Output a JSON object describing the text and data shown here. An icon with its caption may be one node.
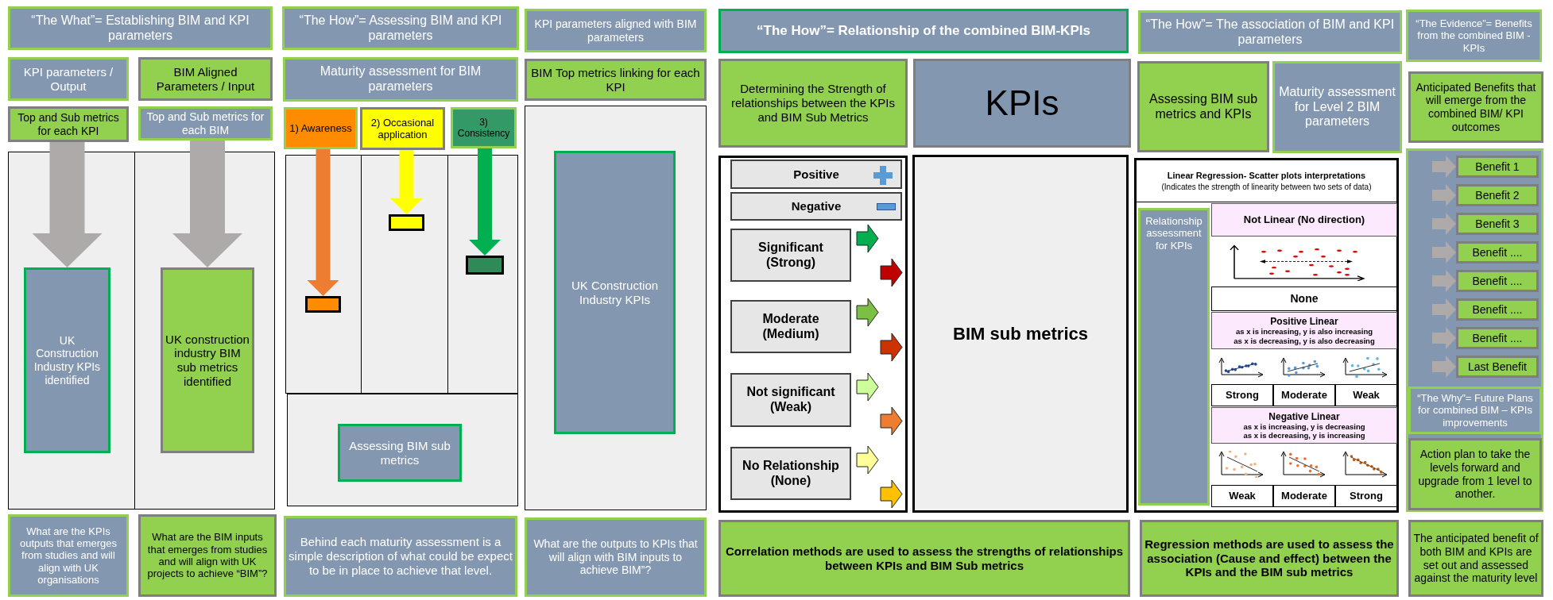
{
  "diagram": {
    "nodes": [
      {
        "text": [
          "“The What”= Establishing BIM and KPI parameters"
        ]
      },
      {
        "text": [
          "“The How”= Assessing BIM and KPI parameters"
        ]
      },
      {
        "text": [
          "KPI parameters aligned with BIM parameters"
        ]
      },
      {
        "text": [
          "“The How”= Relationship of the combined BIM-KPIs"
        ]
      },
      {
        "text": [
          "“The How”= The association of BIM and KPI parameters"
        ]
      },
      {
        "text": [
          "“The Evidence”= Benefits from the combined BIM - KPIs"
        ]
      },
      {
        "text": [
          "KPI parameters / Output"
        ]
      },
      {
        "text": [
          "BIM Aligned Parameters / Input"
        ]
      },
      {
        "text": [
          "Maturity assessment for BIM parameters"
        ]
      },
      {
        "text": [
          "BIM Top metrics linking for each KPI"
        ]
      },
      {
        "text": [
          "Determining the Strength of relationships between the KPIs and BIM Sub Metrics"
        ]
      },
      {
        "text": [
          "KPIs"
        ]
      },
      {
        "text": [
          "Assessing BIM sub metrics and KPIs"
        ]
      },
      {
        "text": [
          "Maturity assessment for Level 2 BIM parameters"
        ]
      },
      {
        "text": [
          "Anticipated Benefits that will emerge from the combined BIM/ KPI outcomes"
        ]
      },
      {
        "text": [
          "Top and Sub metrics for each KPI"
        ]
      },
      {
        "text": [
          "Top and Sub metrics for each BIM"
        ]
      },
      {
        "text": [
          "1) Awareness"
        ]
      },
      {
        "text": [
          "2) Occasional application"
        ]
      },
      {
        "text": [
          "3) Consistency"
        ]
      },
      {
        "text": [
          "UK Construction Industry KPIs identified"
        ]
      },
      {
        "text": [
          "UK construction industry BIM sub metrics identified"
        ]
      },
      {
        "text": [],
        "shape": "box"
      },
      {
        "text": [],
        "shape": "box"
      },
      {
        "text": [],
        "shape": "box"
      },
      {
        "text": [
          "Assessing BIM sub metrics"
        ]
      },
      {
        "text": [
          "UK Construction Industry KPIs"
        ]
      },
      {
        "text": [
          "Positive"
        ]
      },
      {
        "text": [
          "Negative"
        ]
      },
      {
        "text": [
          "Significant (Strong)"
        ]
      },
      {
        "text": [
          "Moderate (Medium)"
        ]
      },
      {
        "text": [
          "Not significant (Weak)"
        ]
      },
      {
        "text": [
          "No Relationship (None)"
        ]
      },
      {
        "text": [
          "BIM sub metrics"
        ]
      },
      {
        "text": [
          "Linear Regression- Scatter plots interpretations",
          "(Indicates the strength of linearity between two sets of data)"
        ]
      },
      {
        "text": [
          "Relationship assessment for KPIs"
        ],
        "in": 34
      },
      {
        "text": [
          "Not Linear (No direction)"
        ],
        "in": 34
      },
      {
        "text": [
          "None"
        ],
        "in": 34
      },
      {
        "text": [
          "Positive Linear",
          "as x is increasing, y is also increasing",
          "as x is decreasing, y is also decreasing"
        ],
        "in": 34
      },
      {
        "text": [
          "Strong"
        ],
        "in": 34
      },
      {
        "text": [
          "Moderate"
        ],
        "in": 34
      },
      {
        "text": [
          "Weak"
        ],
        "in": 34
      },
      {
        "text": [
          "Negative Linear",
          "as x is increasing, y is decreasing",
          "as x is decreasing, y is increasing"
        ],
        "in": 34
      },
      {
        "text": [
          "Weak"
        ],
        "in": 34
      },
      {
        "text": [
          "Moderate"
        ],
        "in": 34
      },
      {
        "text": [
          "Strong"
        ],
        "in": 34
      },
      {
        "text": [
          "Benefit 1"
        ]
      },
      {
        "text": [
          "Benefit 2"
        ]
      },
      {
        "text": [
          "Benefit 3"
        ]
      },
      {
        "text": [
          "Benefit ...."
        ]
      },
      {
        "text": [
          "Benefit ...."
        ]
      },
      {
        "text": [
          "Benefit ...."
        ]
      },
      {
        "text": [
          "Benefit ...."
        ]
      },
      {
        "text": [
          "Last Benefit"
        ]
      },
      {
        "text": [
          "“The Why”= Future Plans for combined BIM – KPIs improvements"
        ]
      },
      {
        "text": [
          "Action plan to take the levels forward and upgrade from 1 level to another."
        ]
      },
      {
        "text": [
          "What are the KPIs outputs that emerges from studies and will align with UK organisations"
        ]
      },
      {
        "text": [
          "What are the BIM inputs that emerges from studies and will align with UK projects to achieve “BIM”?"
        ]
      },
      {
        "text": [
          "Behind each maturity assessment is a simple description of what could be expect to be in place to achieve that level."
        ]
      },
      {
        "text": [
          "What are the outputs to KPIs that will align with BIM inputs to achieve BIM”?"
        ]
      },
      {
        "text": [
          "Correlation methods are used to assess the strengths of relationships between KPIs and BIM Sub metrics"
        ]
      },
      {
        "text": [
          "Regression methods are used to assess the association (Cause and effect) between the KPIs and the BIM sub metrics"
        ]
      },
      {
        "text": [
          "The anticipated benefit of both BIM and KPIs are set out and assessed against the maturity level"
        ]
      },
      {
        "text": [],
        "shape": "picture",
        "in": 34
      },
      {
        "text": [],
        "shape": "picture",
        "in": 34
      },
      {
        "text": [],
        "shape": "picture",
        "in": 34
      },
      {
        "text": [],
        "shape": "picture",
        "in": 34
      },
      {
        "text": [],
        "shape": "picture",
        "in": 34
      },
      {
        "text": [],
        "shape": "picture",
        "in": 34
      },
      {
        "text": [],
        "shape": "picture",
        "in": 34
      }
    ],
    "edges": [
      {
        "from": 15,
        "to": 20,
        "arrow": "to",
        "style": "thick"
      },
      {
        "from": 16,
        "to": 21,
        "arrow": "to",
        "style": "thick"
      },
      {
        "from": 17,
        "to": 22,
        "arrow": "to",
        "color": "#ed7d31"
      },
      {
        "from": 18,
        "to": 23,
        "arrow": "to",
        "color": "#ffff00"
      },
      {
        "from": 19,
        "to": 24,
        "arrow": "to",
        "color": "#00b050"
      },
      {
        "from": null,
        "to": 46,
        "arrow": "to"
      },
      {
        "from": null,
        "to": 47,
        "arrow": "to"
      },
      {
        "from": null,
        "to": 48,
        "arrow": "to"
      },
      {
        "from": null,
        "to": 49,
        "arrow": "to"
      },
      {
        "from": null,
        "to": 50,
        "arrow": "to"
      },
      {
        "from": null,
        "to": 51,
        "arrow": "to"
      },
      {
        "from": null,
        "to": 52,
        "arrow": "to"
      },
      {
        "from": null,
        "to": 53,
        "arrow": "to"
      }
    ]
  }
}
